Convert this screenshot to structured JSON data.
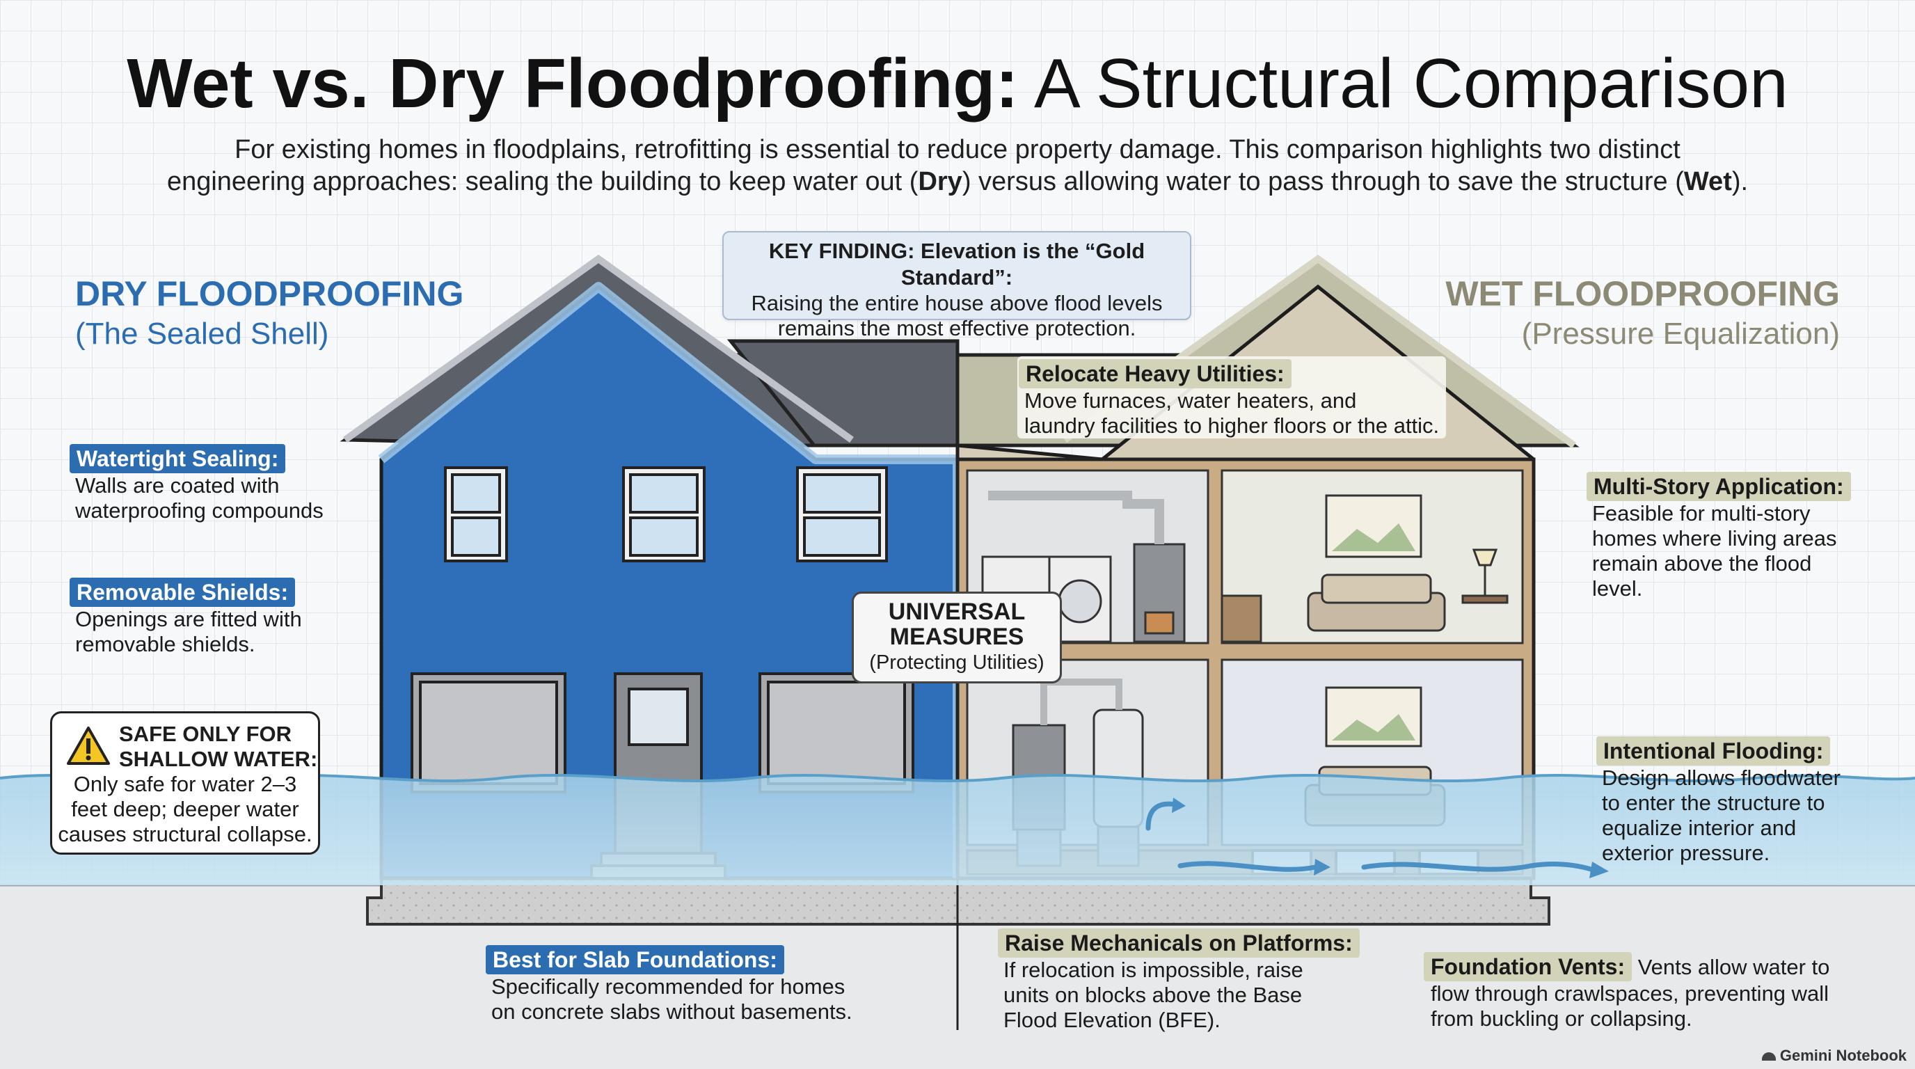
{
  "title": {
    "bold": "Wet vs. Dry Floodproofing:",
    "light": " A Structural Comparison"
  },
  "subtitle": {
    "line1": "For existing homes in floodplains, retrofitting is essential to reduce property damage. This comparison highlights two distinct",
    "line2_a": "engineering approaches: sealing the building to keep water out (",
    "line2_dry": "Dry",
    "line2_b": ") versus allowing water to pass through to save the structure (",
    "line2_wet": "Wet",
    "line2_c": ")."
  },
  "dry": {
    "title": "DRY FLOODPROOFING",
    "subtitle": "(The Sealed Shell)",
    "color": "#2c6db2"
  },
  "wet": {
    "title": "WET FLOODPROOFING",
    "subtitle": "(Pressure Equalization)",
    "color": "#8c8975"
  },
  "key_finding": {
    "label": "KEY FINDING: Elevation is the “Gold Standard”:",
    "line1": "Raising the entire house above flood levels",
    "line2": "remains the most effective protection."
  },
  "watertight": {
    "tag": "Watertight Sealing:",
    "line1": "Walls are coated with",
    "line2": "waterproofing compounds"
  },
  "shields": {
    "tag": "Removable Shields:",
    "line1": "Openings are fitted with",
    "line2": "removable shields."
  },
  "warning": {
    "icon": "warning-icon",
    "title1": "SAFE ONLY FOR",
    "title2": "SHALLOW WATER:",
    "line1": "Only safe for water 2–3",
    "line2": "feet deep; deeper water",
    "line3": "causes structural collapse."
  },
  "universal": {
    "line1": "UNIVERSAL",
    "line2": "MEASURES",
    "line3": "(Protecting Utilities)"
  },
  "relocate": {
    "tag": "Relocate Heavy Utilities:",
    "line1": "Move furnaces, water heaters, and",
    "line2": "laundry facilities to higher floors or the attic."
  },
  "multistory": {
    "tag": "Multi-Story Application:",
    "line1": "Feasible for multi-story",
    "line2": "homes where living areas",
    "line3": "remain above the flood",
    "line4": "level."
  },
  "intentional": {
    "tag": "Intentional Flooding:",
    "line1": "Design allows floodwater",
    "line2": "to enter the structure to",
    "line3": "equalize interior and",
    "line4": "exterior pressure."
  },
  "slab": {
    "tag": "Best for Slab Foundations:",
    "line1": "Specifically recommended for homes",
    "line2": "on concrete slabs without basements."
  },
  "platforms": {
    "tag": "Raise Mechanicals on Platforms:",
    "line1": "If relocation is impossible, raise",
    "line2": "units on blocks above the Base",
    "line3": "Flood Elevation (BFE)."
  },
  "vents": {
    "tag": "Foundation Vents:",
    "tail": " Vents allow water to",
    "line2": "flow through crawlspaces, preventing wall",
    "line3": "from buckling or collapsing."
  },
  "logo": "Gemini Notebook",
  "colors": {
    "water": "#a9d3ea",
    "dry_wall": "#2f6fb9",
    "wet_wall": "#dedccb",
    "roof": "#5c6068"
  }
}
